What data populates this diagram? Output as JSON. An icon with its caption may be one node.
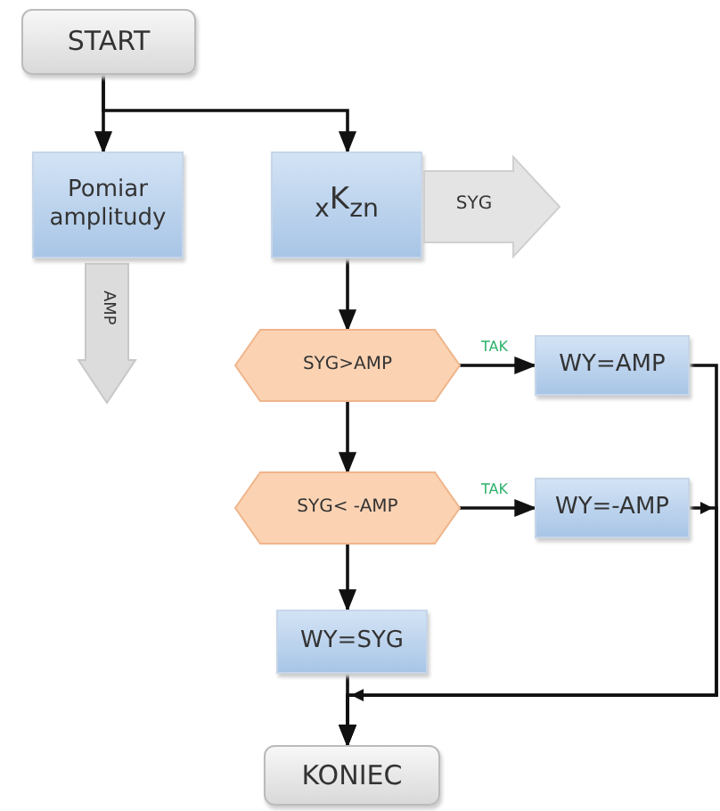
{
  "diagram": {
    "nodes": [
      {
        "text": [
          "START"
        ]
      },
      {
        "text": [
          "Pomiar amplitudy"
        ]
      },
      {
        "text": [
          "$_{x}$K$_{zn}$"
        ]
      },
      {
        "text": [
          "SYG"
        ]
      },
      {
        "text": [
          "AMP"
        ]
      },
      {
        "text": [
          "SYG>AMP"
        ]
      },
      {
        "text": [
          "WY=AMP"
        ]
      },
      {
        "text": [
          "SYG< -AMP"
        ]
      },
      {
        "text": [
          "WY=-AMP"
        ]
      },
      {
        "text": [
          "WY=SYG"
        ]
      },
      {
        "text": [
          "KONIEC"
        ]
      }
    ],
    "edges": [
      {
        "from": 0,
        "to": 1,
        "arrow": "to"
      },
      {
        "from": 0,
        "to": 2,
        "arrow": "to"
      },
      {
        "from": 2,
        "to": 5,
        "arrow": "to"
      },
      {
        "from": 5,
        "to": 6,
        "arrow": "to",
        "label": "TAK"
      },
      {
        "from": 5,
        "to": 7,
        "arrow": "to"
      },
      {
        "from": 7,
        "to": 8,
        "arrow": "to",
        "label": "TAK"
      },
      {
        "from": 7,
        "to": 9,
        "arrow": "to"
      },
      {
        "from": 9,
        "to": 10,
        "arrow": "to"
      },
      {
        "from": 6,
        "to": 10,
        "arrow": "to"
      },
      {
        "from": 8,
        "to": 10,
        "arrow": "to"
      }
    ]
  }
}
